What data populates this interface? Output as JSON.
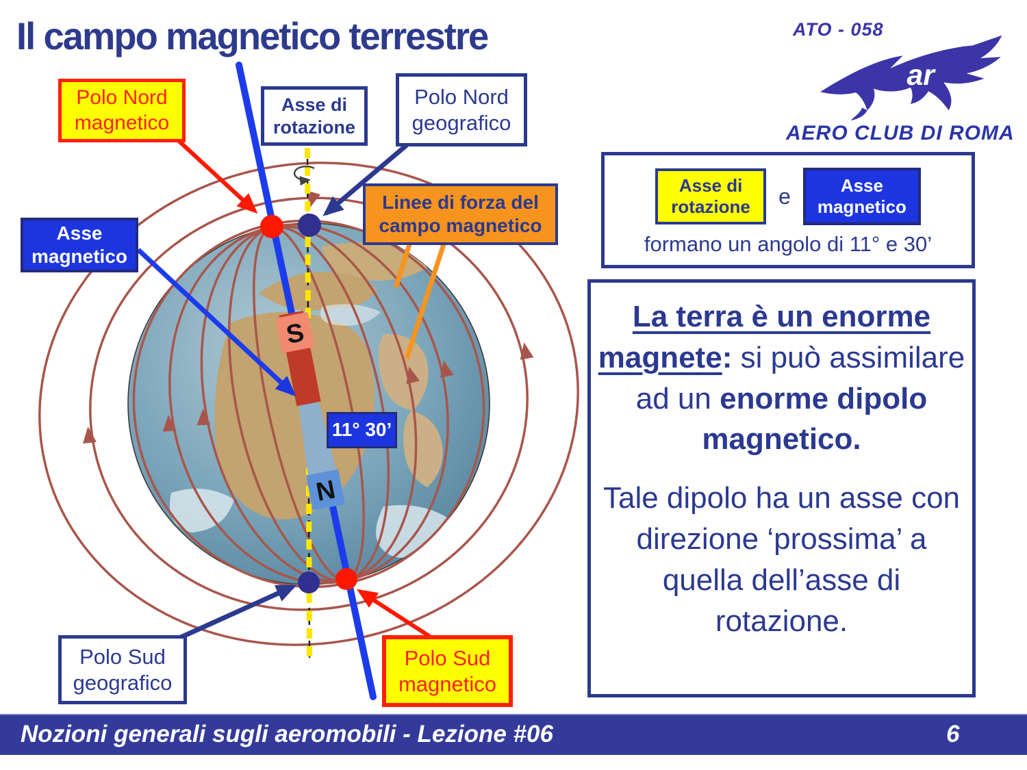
{
  "slide": {
    "title": "Il campo magnetico terrestre"
  },
  "logo": {
    "ato": "ATO - 058",
    "club": "AERO CLUB DI ROMA",
    "monogram": "ar"
  },
  "diagram": {
    "polo_nord_magnetico": "Polo Nord magnetico",
    "asse_di_rotazione": "Asse di rotazione",
    "polo_nord_geografico": "Polo Nord geografico",
    "linee_di_forza": "Linee di forza del campo magnetico",
    "asse_magnetico": "Asse magnetico",
    "angle_label": "11° 30’",
    "magnet_south": "S",
    "magnet_north": "N",
    "polo_sud_geografico": "Polo Sud geografico",
    "polo_sud_magnetico": "Polo Sud magnetico"
  },
  "angle_panel": {
    "rotation_axis": "Asse di rotazione",
    "conjunction": "e",
    "magnetic_axis": "Asse magnetico",
    "caption": "formano un angolo di 11° e 30’"
  },
  "body_text": {
    "p1_emphasis": "La terra è un enorme magnete",
    "p1_colon": ":",
    "p1_middle": " si può assimilare ad un ",
    "p1_strong": "enorme dipolo magnetico.",
    "p2": "Tale dipolo ha un asse con direzione ‘prossima’ a quella dell’asse di rotazione."
  },
  "footer": {
    "lesson": "Nozioni generali sugli aeromobili - Lezione #06",
    "page": "6"
  },
  "colors": {
    "navy": "#2B3990",
    "bright_blue": "#1C35DF",
    "yellow": "#FFFF00",
    "red": "#FF1800",
    "orange": "#F7941D",
    "field_line": "#A8564B",
    "footer_bg": "#333A9A"
  }
}
